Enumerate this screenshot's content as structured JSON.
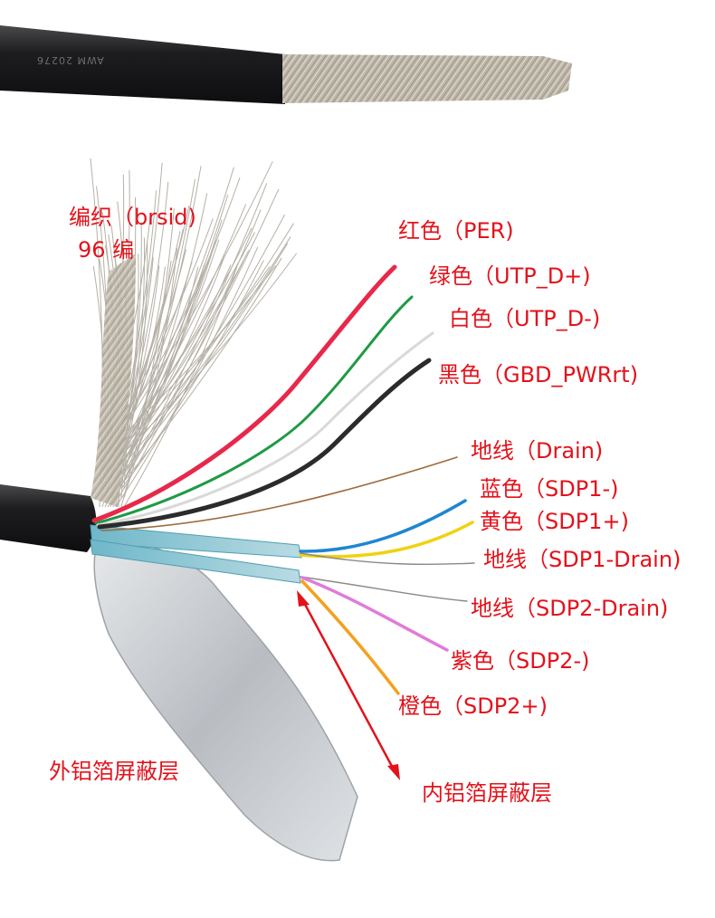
{
  "colors": {
    "label_red": "#e3121b",
    "jacket": "#1d1d1f",
    "red_wire": "#e8284a",
    "green_wire": "#1f9a45",
    "white_wire": "#d9d9d9",
    "black_wire": "#2b2b2b",
    "drain_wire": "#a06a3c",
    "blue_wire": "#1e86d0",
    "yellow_wire": "#f0d20f",
    "purple_wire": "#e07cd8",
    "orange_wire": "#f3a11e",
    "foil": "#c8ccd0",
    "braid": "#b8b2a6"
  },
  "cable_marking": "AWM 20276",
  "labels": {
    "braid_line1": "编织（brsid)",
    "braid_line2": "96 编",
    "red": "红色（PER)",
    "green": "绿色（UTP_D+)",
    "white": "白色（UTP_D-)",
    "black": "黑色（GBD_PWRrt)",
    "drain": "地线（Drain)",
    "blue": "蓝色（SDP1-)",
    "yellow": "黄色（SDP1+)",
    "drain_sdp1": "地线（SDP1-Drain)",
    "drain_sdp2": "地线（SDP2-Drain)",
    "purple": "紫色（SDP2-)",
    "orange": "橙色（SDP2+)",
    "outer_foil": "外铝箔屏蔽层",
    "inner_foil": "内铝箔屏蔽层"
  }
}
